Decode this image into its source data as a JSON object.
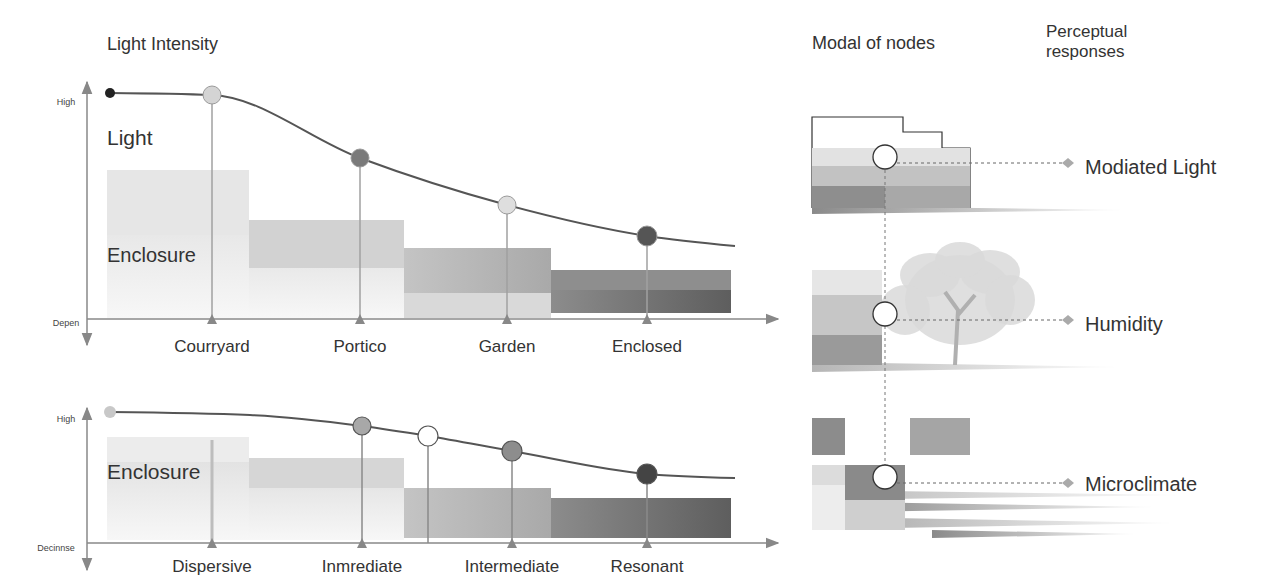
{
  "diagram": {
    "title": "Light Intensity",
    "labels": [
      "High",
      "Light",
      "Enclosure",
      "Depen",
      "Courryard",
      "Portico",
      "Garden",
      "Enclosed",
      "High",
      "Enclosure",
      "Decinnse",
      "Dispersive",
      "Inmrediate",
      "Intermediate",
      "Resonant",
      "Modal of nodes",
      "Perceptual responses",
      "Modiated Light",
      "Humidity",
      "Microclimate"
    ]
  }
}
